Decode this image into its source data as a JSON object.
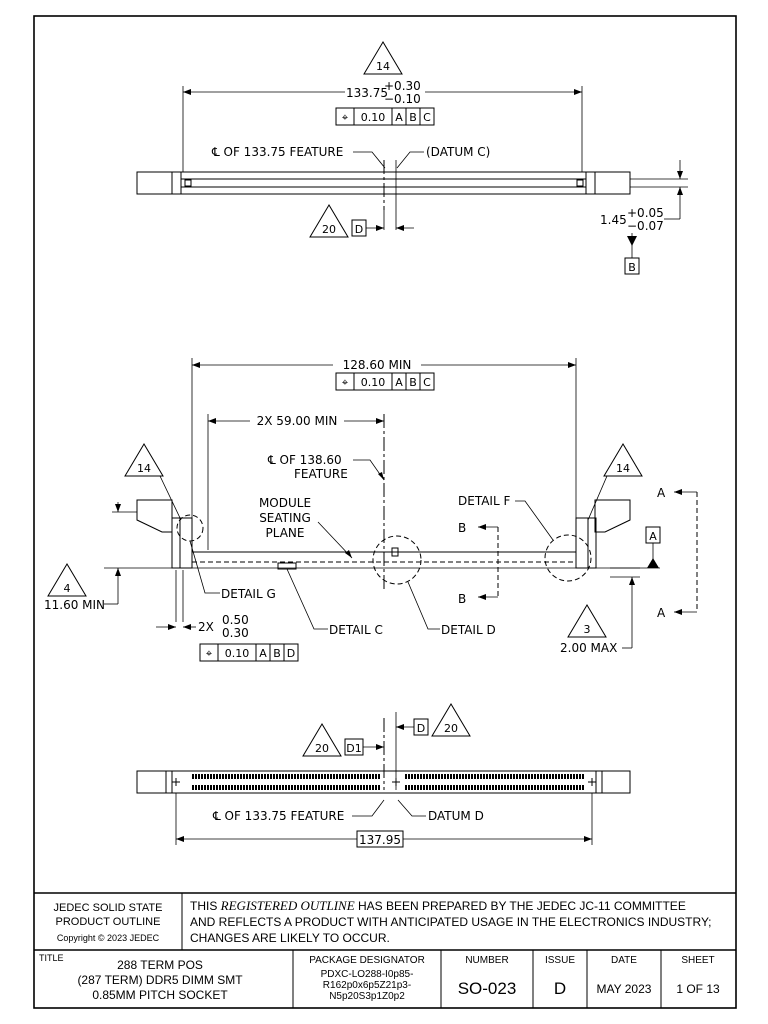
{
  "top_view": {
    "dim_length_nominal": "133.75",
    "dim_length_plus": "+0.30",
    "dim_length_minus": "−0.10",
    "note_14": "14",
    "fcf": [
      "⌖",
      "0.10",
      "A",
      "B",
      "C"
    ],
    "cl_feature_label": "℄ OF 133.75 FEATURE",
    "datum_c_label": "(DATUM C)",
    "note_20": "20",
    "datum_d_box": "D",
    "dim_height_nominal": "1.45",
    "dim_height_plus": "+0.05",
    "dim_height_minus": "−0.07",
    "datum_b_box": "B"
  },
  "front_view": {
    "dim_min_length": "128.60 MIN",
    "fcf_top": [
      "⌖",
      "0.10",
      "A",
      "B",
      "C"
    ],
    "dim_half": "2X 59.00 MIN",
    "cl_138_line1": "℄ OF 138.60",
    "cl_138_line2": "FEATURE",
    "module_line1": "MODULE",
    "module_line2": "SEATING",
    "module_line3": "PLANE",
    "detail_f": "DETAIL F",
    "section_b": "B",
    "section_a": "A",
    "datum_a_box": "A",
    "note_14_left": "14",
    "note_14_right": "14",
    "note_4": "4",
    "dim_1160": "11.60 MIN",
    "detail_g": "DETAIL G",
    "detail_c": "DETAIL C",
    "detail_d": "DETAIL D",
    "note_3": "3",
    "dim_200": "2.00 MAX",
    "dim_2x": "2X",
    "dim_2x_upper": "0.50",
    "dim_2x_lower": "0.30",
    "fcf_bottom": [
      "⌖",
      "0.10",
      "A",
      "B",
      "D"
    ]
  },
  "bottom_view": {
    "note_20_left": "20",
    "datum_d1_box": "D1",
    "datum_d_box": "D",
    "note_20_right": "20",
    "cl_feature_label": "℄ OF 133.75 FEATURE",
    "datum_d_label": "DATUM D",
    "dim_overall": "137.95"
  },
  "title_block": {
    "org_line1": "JEDEC SOLID STATE",
    "org_line2": "PRODUCT OUTLINE",
    "copyright": "Copyright © 2023 JEDEC",
    "notice_pre": "THIS ",
    "notice_em": "REGISTERED OUTLINE",
    "notice_line1_post": " HAS BEEN PREPARED BY THE JEDEC JC-11 COMMITTEE",
    "notice_line2": "AND REFLECTS A PRODUCT WITH ANTICIPATED USAGE IN THE ELECTRONICS INDUSTRY;",
    "notice_line3": "CHANGES ARE LIKELY TO OCCUR.",
    "title_label": "TITLE",
    "title_line1": "288 TERM POS",
    "title_line2": "(287 TERM) DDR5 DIMM SMT",
    "title_line3": "0.85MM PITCH SOCKET",
    "pkg_label": "PACKAGE DESIGNATOR",
    "pkg_line1": "PDXC-LO288-I0p85-",
    "pkg_line2": "R162p0x6p5Z21p3-",
    "pkg_line3": "N5p20S3p1Z0p2",
    "number_label": "NUMBER",
    "number_value": "SO-023",
    "issue_label": "ISSUE",
    "issue_value": "D",
    "date_label": "DATE",
    "date_value": "MAY 2023",
    "sheet_label": "SHEET",
    "sheet_value": "1 OF 13"
  }
}
